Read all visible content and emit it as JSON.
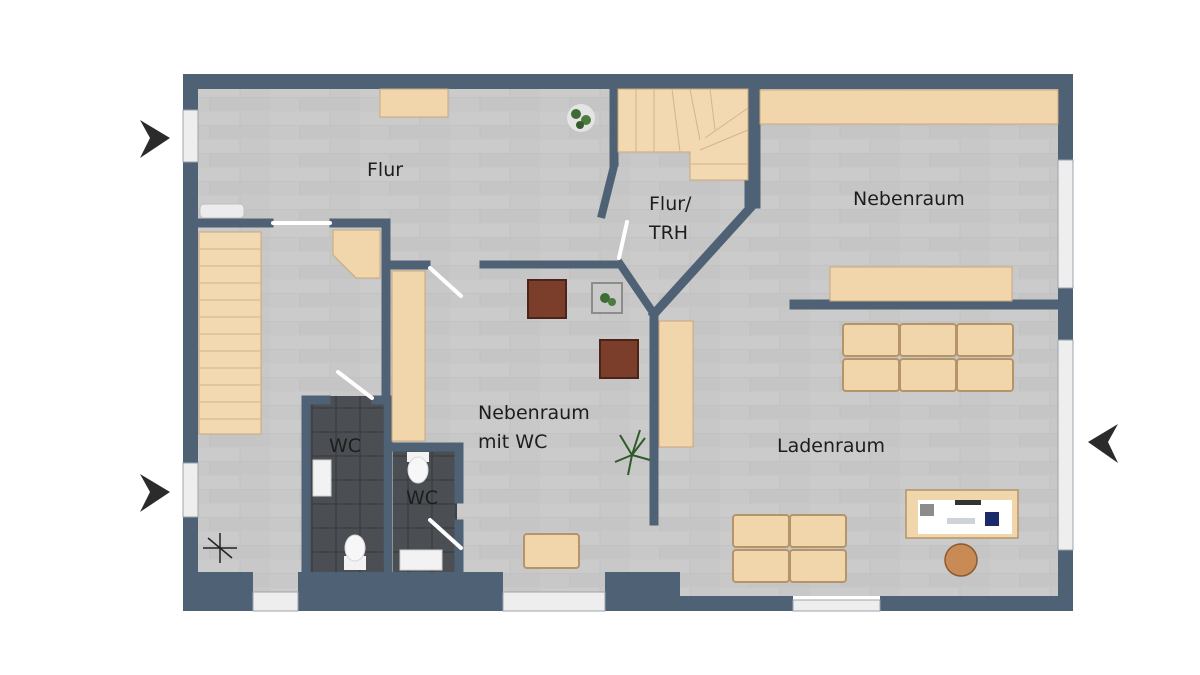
{
  "floorplan": {
    "rooms": [
      {
        "id": "flur",
        "label_lines": [
          "Flur"
        ]
      },
      {
        "id": "flur-trh",
        "label_lines": [
          "Flur/",
          "TRH"
        ]
      },
      {
        "id": "nebenraum",
        "label_lines": [
          "Nebenraum"
        ]
      },
      {
        "id": "nebenraum-wc",
        "label_lines": [
          "Nebenraum",
          "mit WC"
        ]
      },
      {
        "id": "wc-1",
        "label_lines": [
          "WC"
        ]
      },
      {
        "id": "wc-2",
        "label_lines": [
          "WC"
        ]
      },
      {
        "id": "ladenraum",
        "label_lines": [
          "Ladenraum"
        ]
      }
    ],
    "colors": {
      "wall": "#4f6275",
      "floor": "#c9c9c9",
      "tile_dark": "#4a4d52",
      "wood": "#f2d6ab",
      "arrow": "#2b2b2b"
    },
    "entrance_arrows": [
      "entrance-west-top",
      "entrance-west-bottom",
      "entrance-east"
    ]
  }
}
